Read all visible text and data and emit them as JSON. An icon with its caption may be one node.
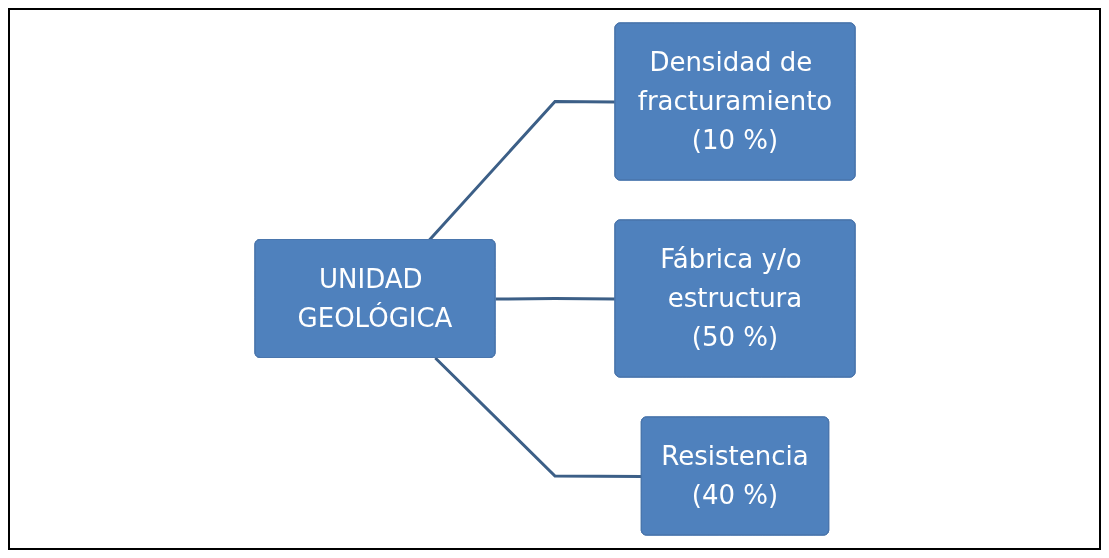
{
  "diagram": {
    "nodes": [
      {
        "text": [
          "UNIDAD GEOLÓGICA"
        ]
      },
      {
        "text": [
          "Densidad de fracturamiento",
          "(10 %)"
        ]
      },
      {
        "text": [
          "Fábrica y/o estructura",
          "(50 %)"
        ]
      },
      {
        "text": [
          "Resistencia",
          "(40 %)"
        ]
      }
    ],
    "edges": [
      {
        "from": 0,
        "to": 1,
        "arrow": "none"
      },
      {
        "from": 0,
        "to": 2,
        "arrow": "none"
      },
      {
        "from": 0,
        "to": 3,
        "arrow": "none"
      }
    ]
  }
}
